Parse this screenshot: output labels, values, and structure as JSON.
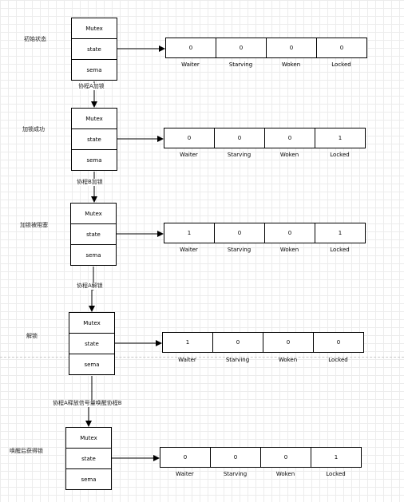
{
  "colors": {
    "line": "#000000",
    "grid": "#ececec",
    "separator": "#c8c8c8"
  },
  "mutex_fields": [
    "Mutex",
    "state",
    "sema"
  ],
  "state_fields": [
    "Waiter",
    "Starving",
    "Woken",
    "Locked"
  ],
  "stages": [
    {
      "label": "初始状态",
      "values": [
        "0",
        "0",
        "0",
        "0"
      ]
    },
    {
      "label": "加锁成功",
      "values": [
        "0",
        "0",
        "0",
        "1"
      ]
    },
    {
      "label": "加锁被阻塞",
      "values": [
        "1",
        "0",
        "0",
        "1"
      ]
    },
    {
      "label": "解锁",
      "values": [
        "1",
        "0",
        "0",
        "0"
      ]
    },
    {
      "label": "唤醒后获得锁",
      "values": [
        "0",
        "0",
        "0",
        "1"
      ]
    }
  ],
  "transitions": [
    "协程A加锁",
    "协程B加锁",
    "协程A解锁",
    "协程A释放信号量唤醒协程B"
  ]
}
